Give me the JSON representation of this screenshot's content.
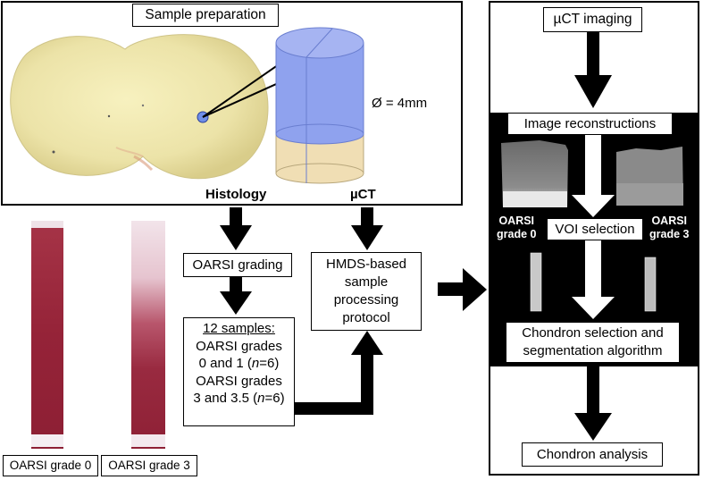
{
  "sample_prep": {
    "title": "Sample preparation",
    "diameter": "Ø = 4mm"
  },
  "branches": {
    "histology": "Histology",
    "uct": "µCT"
  },
  "histology": {
    "oarsi_grading": "OARSI grading",
    "samples_title": "12 samples:",
    "samples_line1": "OARSI grades",
    "samples_line2_pre": "0 and 1 (",
    "samples_line2_n": "n",
    "samples_line2_post": "=6)",
    "samples_line3": "OARSI grades",
    "samples_line4_pre": "3 and 3.5 (",
    "samples_line4_n": "n",
    "samples_line4_post": "=6)",
    "hmds_line1": "HMDS-based",
    "hmds_line2": "sample",
    "hmds_line3": "processing",
    "hmds_line4": "protocol"
  },
  "slides": {
    "grade0": "OARSI grade 0",
    "grade3": "OARSI grade 3"
  },
  "uct_panel": {
    "imaging": "µCT imaging",
    "reconstructions": "Image reconstructions",
    "voi": "VOI selection",
    "oarsi_left_1": "OARSI",
    "oarsi_left_2": "grade 0",
    "oarsi_right_1": "OARSI",
    "oarsi_right_2": "grade 3",
    "chondron_1": "Chondron selection and",
    "chondron_2": "segmentation algorithm",
    "analysis": "Chondron analysis"
  },
  "colors": {
    "cylinder_top": "#7f93e6",
    "cylinder_bottom": "#f0deb4",
    "stain": "#9b2638",
    "panel_black": "#000000"
  }
}
